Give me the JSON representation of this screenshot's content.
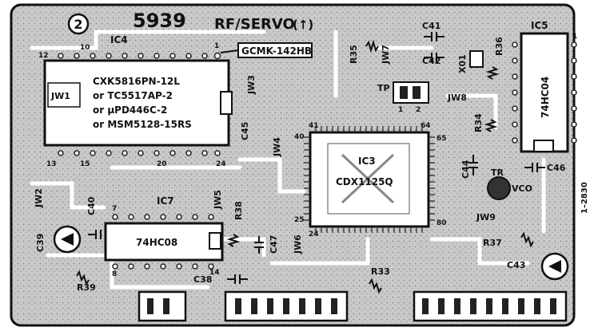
{
  "header": {
    "sheet_number": "2",
    "board_number": "5939",
    "board_name": "RF/SERVO",
    "side_mark": "(↑)"
  },
  "side_note": "1–2830",
  "ic_labels": {
    "ic4": "IC4",
    "ic3": "IC3",
    "ic3_part": "CDX1125Q",
    "ic5": "IC5",
    "ic5_part": "74HC04",
    "ic7": "IC7",
    "ic7_part": "74HC08",
    "gcmk": "GCMK-142HB"
  },
  "ic4_parts": [
    "CXK5816PN-12L",
    "or  TC5517AP-2",
    "or  μPD446C-2",
    "or  MSM5128-15RS"
  ],
  "pin_numbers": {
    "ic4_p12": "12",
    "ic4_p10": "10",
    "ic4_p1": "1",
    "ic4_p13": "13",
    "ic4_p15": "15",
    "ic4_p20": "20",
    "ic4_p24": "24",
    "ic3_p41": "41",
    "ic3_p40": "40",
    "ic3_p25": "25",
    "ic3_p24": "24",
    "ic3_p64": "64",
    "ic3_p65": "65",
    "ic3_p80": "80",
    "ic7_p7": "7",
    "ic7_p14": "14",
    "ic7_p8": "8",
    "ic5_p1": "1",
    "tp_p1": "1",
    "tp_p2": "2"
  },
  "components": {
    "r35": "R35",
    "jw7": "JW7",
    "c41": "C41",
    "c42": "C42",
    "x01": "X01",
    "r36": "R36",
    "jw3": "JW3",
    "jw1": "JW1",
    "tp": "TP",
    "jw8": "JW8",
    "r34": "R34",
    "c45": "C45",
    "jw4": "JW4",
    "c44": "C44",
    "tr": "TR",
    "vco": "VCO",
    "c46": "C46",
    "jw2": "JW2",
    "c40": "C40",
    "jw5": "JW5",
    "r38": "R38",
    "jw9": "JW9",
    "c39": "C39",
    "c47": "C47",
    "jw6": "JW6",
    "r37": "R37",
    "c43": "C43",
    "r39": "R39",
    "c38": "C38",
    "r33": "R33"
  }
}
